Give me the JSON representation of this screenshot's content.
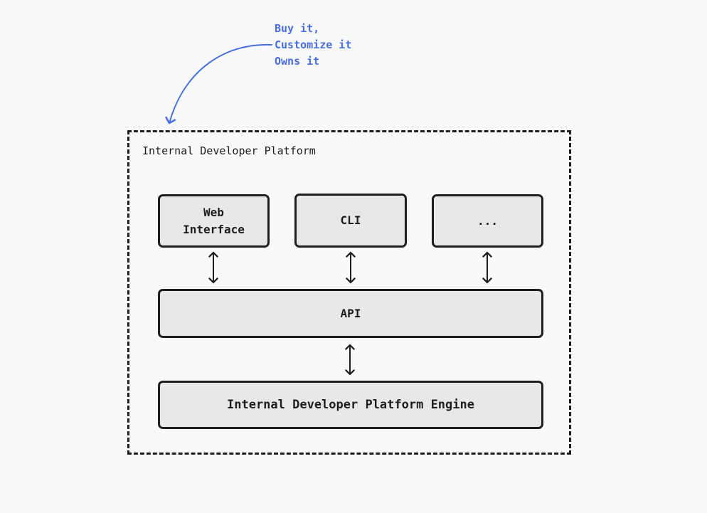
{
  "annotation": {
    "lines": [
      "Buy it,",
      "Customize it",
      "Owns it"
    ],
    "color": "#4a6ee0"
  },
  "platform": {
    "label": "Internal Developer Platform",
    "interfaces": [
      {
        "label": "Web\nInterface"
      },
      {
        "label": "CLI"
      },
      {
        "label": "..."
      }
    ],
    "api": {
      "label": "API"
    },
    "engine": {
      "label": "Internal Developer Platform Engine"
    }
  },
  "colors": {
    "stroke": "#1e1e1e",
    "box_fill": "#e8e8e8",
    "background": "#f8f9fb"
  }
}
